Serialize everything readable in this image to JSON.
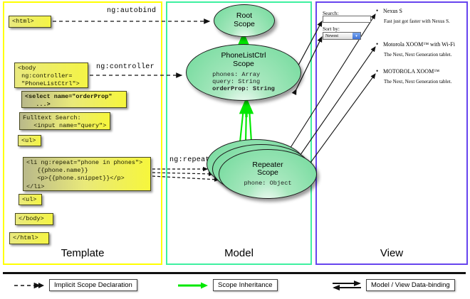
{
  "panels": [
    {
      "id": "template",
      "label": "Template",
      "border_color": "#ffff00"
    },
    {
      "id": "model",
      "label": "Model",
      "border_color": "#3ef0a0"
    },
    {
      "id": "view",
      "label": "View",
      "border_color": "#6644ee"
    }
  ],
  "template": {
    "boxes": [
      {
        "name": "html-open-tag",
        "text": "<html>"
      },
      {
        "name": "body-controller",
        "text": "<body\n ng:controller=\n \"PhoneListCtrl\">"
      },
      {
        "name": "select-orderprop",
        "text": "<select name=\"orderProp\"\n   ...>"
      },
      {
        "name": "fulltext-search",
        "text": "Fulltext Search:\n   <input name=\"query\">"
      },
      {
        "name": "ul-open-tag",
        "text": "<ul>"
      },
      {
        "name": "li-ng-repeat",
        "text": "<li ng:repeat=\"phone in phones\">\n   {{phone.name}}\n   <p>{{phone.snippet}}</p>\n</li>"
      },
      {
        "name": "ul-close-tag",
        "text": "<ul>"
      },
      {
        "name": "body-close-tag",
        "text": "</body>"
      },
      {
        "name": "html-close-tag",
        "text": "</html>"
      }
    ]
  },
  "model": {
    "scopes": [
      {
        "name": "root-scope",
        "title_line1": "Root",
        "title_line2": "Scope",
        "props": []
      },
      {
        "name": "phonelistctrl-scope",
        "title_line1": "PhoneListCtrl",
        "title_line2": "Scope",
        "props": [
          {
            "text": "phones: Array",
            "bold": false
          },
          {
            "text": "query: String",
            "bold": false
          },
          {
            "text": "orderProp: String",
            "bold": true
          }
        ]
      },
      {
        "name": "repeater-scope",
        "title_line1": "Repeater",
        "title_line2": "Scope",
        "props": [
          {
            "text": "phone: Object",
            "bold": false
          }
        ]
      }
    ]
  },
  "view": {
    "search_label": "Search:",
    "search_value": "",
    "sort_label": "Sort by:",
    "sort_selected": "Newest",
    "sort_options": [
      "Newest"
    ],
    "items": [
      {
        "name": "Nexus S",
        "snippet": "Fast just got faster with Nexus S."
      },
      {
        "name": "Motorola XOOM™ with Wi-Fi",
        "snippet": "The Next, Next Generation tablet."
      },
      {
        "name": "MOTOROLA XOOM™",
        "snippet": "The Next, Next Generation tablet."
      }
    ]
  },
  "edges": {
    "autobind": "ng:autobind",
    "controller": "ng:controller",
    "repeat": "ng:repeat"
  },
  "legend": [
    {
      "name": "implicit-scope-declaration",
      "label": "Implicit Scope Declaration",
      "style": "dashed-arrow",
      "color": "#111111"
    },
    {
      "name": "scope-inheritance",
      "label": "Scope Inheritance",
      "style": "solid-arrow",
      "color": "#00e800"
    },
    {
      "name": "model-view-data-binding",
      "label": "Model / View Data-binding",
      "style": "double-arrow",
      "color": "#111111"
    }
  ]
}
